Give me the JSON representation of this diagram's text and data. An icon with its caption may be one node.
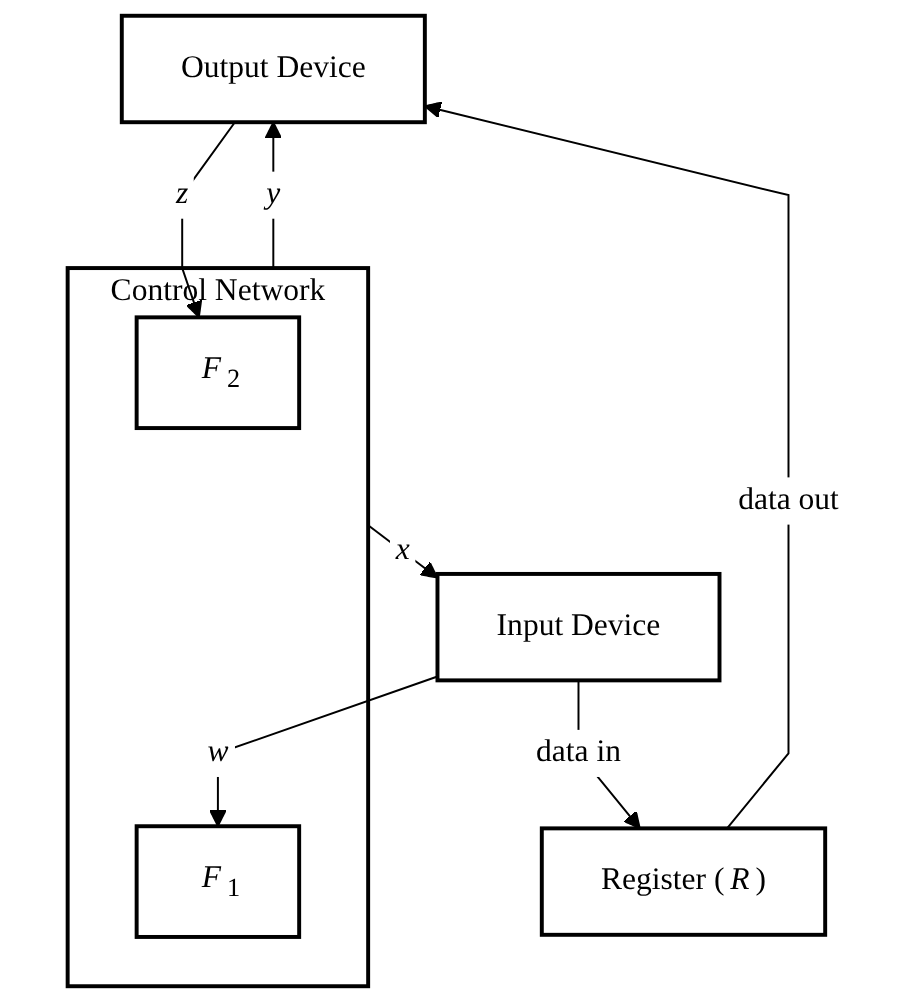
{
  "diagram": {
    "nodes": [
      {
        "text": [
          "Output Device"
        ]
      },
      {
        "text": [
          "Register (*R*)"
        ]
      },
      {
        "text": [
          "Control Network"
        ]
      },
      {
        "text": [
          "*F*$_{2}$"
        ],
        "in": 2
      },
      {
        "text": [
          "*F*$_{1}$"
        ],
        "in": 2
      },
      {
        "text": [
          "Input Device"
        ]
      }
    ],
    "edges": [
      {
        "from": 1,
        "to": 0,
        "arrow": "to",
        "label": "data out"
      },
      {
        "from": 5,
        "to": 1,
        "arrow": "to",
        "label": "data in"
      },
      {
        "from": 2,
        "to": 0,
        "arrow": "to",
        "label": "*y*"
      },
      {
        "from": 0,
        "to": 3,
        "arrow": "to",
        "label": "*z*"
      },
      {
        "from": 2,
        "to": 5,
        "arrow": "to",
        "label": "*x*"
      },
      {
        "from": 5,
        "to": 4,
        "arrow": "to",
        "label": "*w*"
      }
    ]
  }
}
